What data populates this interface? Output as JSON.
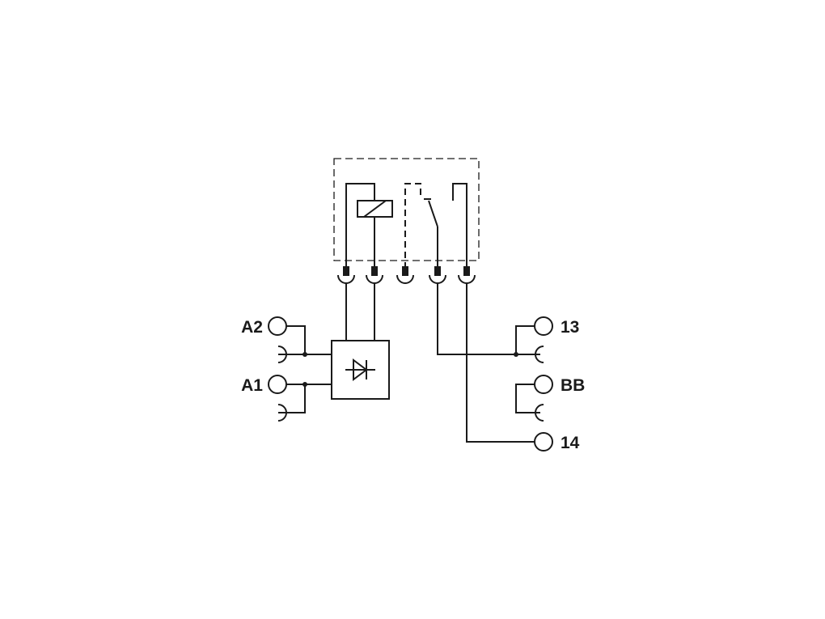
{
  "terminals": {
    "a2": "A2",
    "a1": "A1",
    "t13": "13",
    "bb": "BB",
    "t14": "14"
  },
  "colors": {
    "line": "#1a1a1a",
    "background": "#ffffff"
  }
}
